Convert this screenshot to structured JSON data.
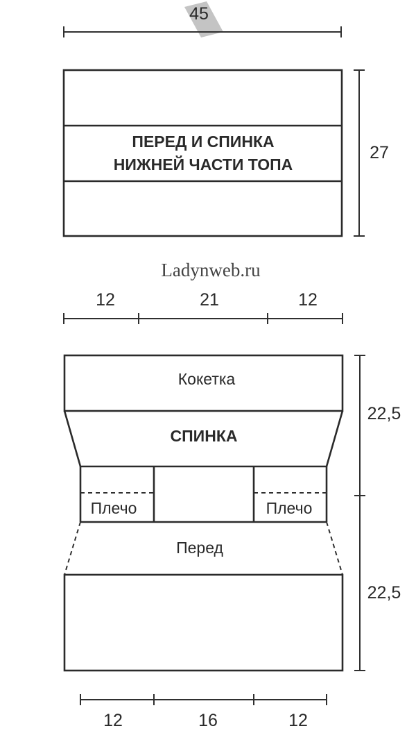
{
  "top_piece": {
    "width_dim": "45",
    "height_dim": "27",
    "title_line1": "ПЕРЕД И СПИНКА",
    "title_line2": "НИЖНЕЙ ЧАСТИ ТОПА"
  },
  "watermark": "Ladynweb.ru",
  "bottom_piece": {
    "top_dims": [
      "12",
      "21",
      "12"
    ],
    "right_dims": [
      "22,5",
      "22,5"
    ],
    "bottom_dims": [
      "12",
      "16",
      "12"
    ],
    "yoke_label": "Кокетка",
    "back_label": "СПИНКА",
    "shoulder_left_label": "Плечо",
    "shoulder_right_label": "Плечо",
    "front_label": "Перед"
  }
}
